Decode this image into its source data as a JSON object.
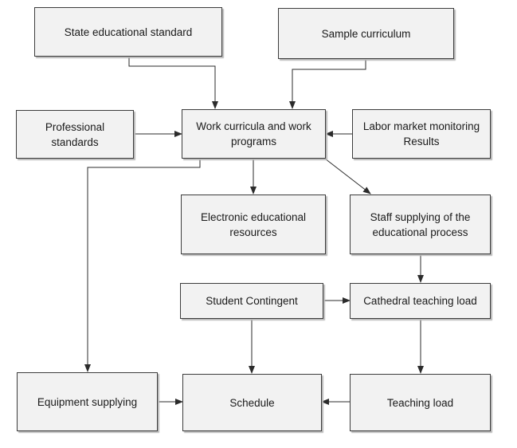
{
  "diagram": {
    "nodes": {
      "state_standard": "State educational standard",
      "sample_curriculum": "Sample curriculum",
      "professional_standards": "Professional standards",
      "work_curricula": "Work curricula and work programs",
      "labor_market": "Labor market monitoring Results",
      "electronic_resources": "Electronic educational resources",
      "staff_supplying": "Staff supplying of the educational process",
      "student_contingent": "Student Contingent",
      "cathedral_load": "Cathedral teaching load",
      "equipment_supplying": "Equipment supplying",
      "schedule": "Schedule",
      "teaching_load": "Teaching load"
    },
    "edges": [
      {
        "from": "state_standard",
        "to": "work_curricula"
      },
      {
        "from": "sample_curriculum",
        "to": "work_curricula"
      },
      {
        "from": "professional_standards",
        "to": "work_curricula"
      },
      {
        "from": "labor_market",
        "to": "work_curricula"
      },
      {
        "from": "work_curricula",
        "to": "electronic_resources"
      },
      {
        "from": "work_curricula",
        "to": "staff_supplying"
      },
      {
        "from": "work_curricula",
        "to": "equipment_supplying"
      },
      {
        "from": "staff_supplying",
        "to": "cathedral_load"
      },
      {
        "from": "student_contingent",
        "to": "cathedral_load"
      },
      {
        "from": "student_contingent",
        "to": "schedule"
      },
      {
        "from": "cathedral_load",
        "to": "teaching_load"
      },
      {
        "from": "equipment_supplying",
        "to": "schedule"
      },
      {
        "from": "teaching_load",
        "to": "schedule"
      }
    ]
  }
}
